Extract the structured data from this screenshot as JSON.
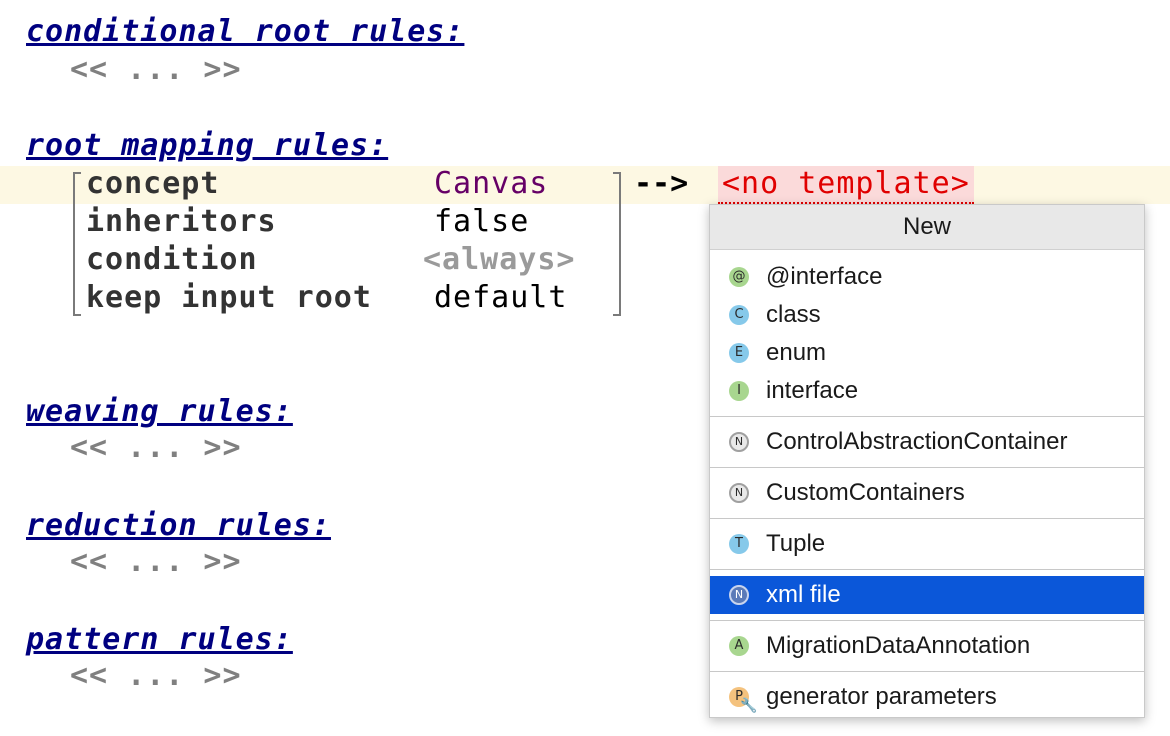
{
  "sections": {
    "conditional_root": {
      "title": "conditional root rules:",
      "placeholder": "<< ... >>"
    },
    "root_mapping": {
      "title": "root mapping rules:"
    },
    "weaving": {
      "title": "weaving rules:",
      "placeholder": "<< ... >>"
    },
    "reduction": {
      "title": "reduction rules:",
      "placeholder": "<< ... >>"
    },
    "pattern": {
      "title": "pattern rules:",
      "placeholder": "<< ... >>"
    }
  },
  "rule": {
    "props": [
      {
        "key": "concept",
        "value": "Canvas"
      },
      {
        "key": "inheritors",
        "value": "false"
      },
      {
        "key": "condition",
        "value": "<always>"
      },
      {
        "key": "keep input root",
        "value": "default"
      }
    ],
    "arrow": "-->",
    "target": "<no template>"
  },
  "popup": {
    "header": "New",
    "items": [
      {
        "label": "@interface",
        "icon": "@"
      },
      {
        "label": "class",
        "icon": "C"
      },
      {
        "label": "enum",
        "icon": "E"
      },
      {
        "label": "interface",
        "icon": "I"
      },
      {
        "label": "ControlAbstractionContainer",
        "icon": "N"
      },
      {
        "label": "CustomContainers",
        "icon": "N"
      },
      {
        "label": "Tuple",
        "icon": "T"
      },
      {
        "label": "xml file",
        "icon": "N"
      },
      {
        "label": "MigrationDataAnnotation",
        "icon": "A"
      },
      {
        "label": "generator parameters",
        "icon": "P"
      }
    ]
  },
  "colors": {
    "keyword": "#000080",
    "concept_value": "#660066",
    "error": "#e00000",
    "selection": "#0b57d9"
  }
}
